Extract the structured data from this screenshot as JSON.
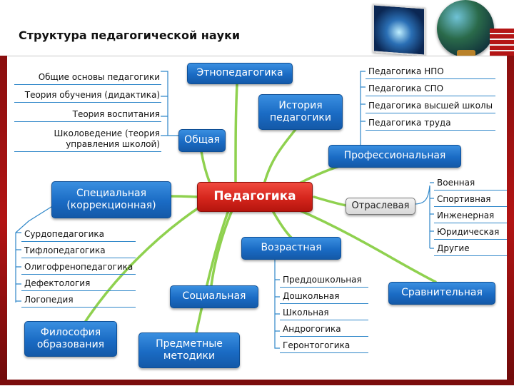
{
  "title": "Структура педагогической науки",
  "center": "Педагогика",
  "nodes": {
    "etno": "Этнопедагогика",
    "history": "История педагогики",
    "obshaya": "Общая",
    "professional": "Профессиональная",
    "otraslevaya": "Отраслевая",
    "specialnaya": "Специальная (коррекционная)",
    "vozrastnaya": "Возрастная",
    "socialnaya": "Социальная",
    "sravnitelnaya": "Сравнительная",
    "filosofia": "Философия образования",
    "predmetnye": "Предметные методики"
  },
  "lists": {
    "obshaya": [
      "Общие основы педагогики",
      "Теория обучения (дидактика)",
      "Теория воспитания",
      "Школоведение (теория управления школой)"
    ],
    "professional": [
      "Педагогика НПО",
      "Педагогика СПО",
      "Педагогика высшей школы",
      "Педагогика труда"
    ],
    "otraslevaya": [
      "Военная",
      "Спортивная",
      "Инженерная",
      "Юридическая",
      "Другие"
    ],
    "specialnaya": [
      "Сурдопедагогика",
      "Тифлопедагогика",
      "Олигофренопедагогика",
      "Дефектология",
      "Логопедия"
    ],
    "vozrastnaya": [
      "Преддошкольная",
      "Дошкольная",
      "Школьная",
      "Андрогогика",
      "Геронтогогика"
    ]
  },
  "colors": {
    "node_blue": "#1a6bc4",
    "center_red": "#d5251c",
    "link_green": "#8fd14f",
    "list_line": "#2f87c9",
    "frame_red": "#b21414"
  }
}
